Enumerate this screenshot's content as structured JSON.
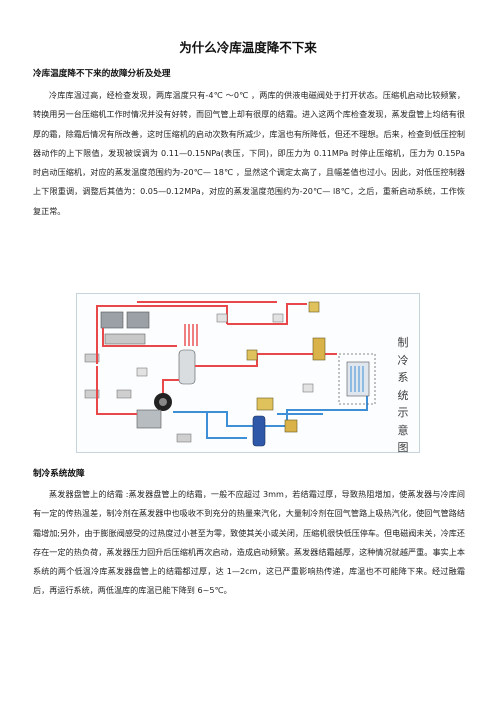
{
  "doc": {
    "title": "为什么冷库温度降不下来",
    "section1": {
      "heading": "冷库温度降不下来的故障分析及处理",
      "paragraph": "冷库库温过高，经检查发现，两库温度只有-4℃ ～0℃ ，两库的供液电磁阀处于打开状态。压缩机启动比较频繁，转换用另一台压缩机工作时情况并没有好转，而回气管上却有很厚的结霜。进入这两个库检查发现，蒸发盘管上均结有很厚的霜，除霜后情况有所改善，这时压缩机的启动次数有所减少，库温也有所降低，但还不理想。后来，检查到低压控制器动作的上下限值，发现被误调为 0.11—0.15NPa(表压，下同)，即压力为 0.11MPa 时停止压缩机，压力为 0.15Pa 时启动压缩机，对应的蒸发温度范围约为-20℃— 18℃ ，显然这个调定太高了，且幅差值也过小。因此，对低压控制器上下限重调，调整后其值为：0.05—0.12MPa，对应的蒸发温度范围约为-20℃— l8℃，之后，重新启动系统，工作恢复正常。"
    },
    "figure": {
      "label_chars": [
        "制",
        "冷",
        "系",
        "统",
        "示",
        "意",
        "图"
      ]
    },
    "section2": {
      "heading": "制冷系统故障",
      "paragraph": "蒸发器盘管上的结霜 :蒸发器盘管上的结霜，一般不应超过 3mm，若结霜过厚，导致热阻增加，使蒸发器与冷库间有一定的传热温差，制冷剂在蒸发器中也吸收不到充分的热量来汽化，大量制冷剂在回气管路上吸热汽化，使回气管路结霜增加;另外，由于膨胀阀感受的过热度过小甚至为零，致使其关小或关闭，压缩机很快低压停车。但电磁阀未关，冷库还存在一定的热负荷，蒸发器压力回升后压缩机再次启动，造成启动频繁。蒸发器结霜越厚，这种情况就越严重。事实上本系统的两个低温冷库蒸发器盘管上的结霜都过厚，达 1—2cm，这已严重影响热传递，库温也不可能降下来。经过融霜后，再运行系统，两低温库的库温已能下降到 6~5℃。"
    },
    "colors": {
      "hot_line": "#e8484a",
      "cold_line": "#3f8fd6",
      "text": "#222222"
    }
  }
}
